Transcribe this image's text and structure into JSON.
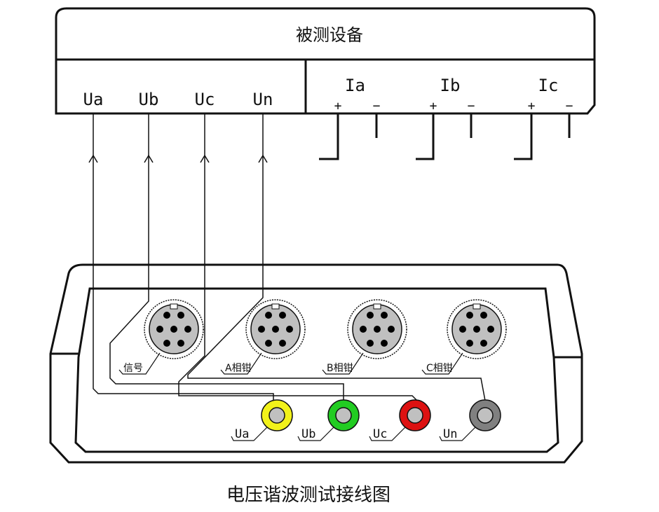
{
  "device_under_test": {
    "title": "被测设备",
    "voltage_terminals": [
      "Ua",
      "Ub",
      "Uc",
      "Un"
    ],
    "current_terminals": [
      {
        "label": "Ia",
        "plus": "+",
        "minus": "−"
      },
      {
        "label": "Ib",
        "plus": "+",
        "minus": "−"
      },
      {
        "label": "Ic",
        "plus": "+",
        "minus": "−"
      }
    ]
  },
  "instrument": {
    "sockets": [
      "信号",
      "A相钳",
      "B相钳",
      "C相钳"
    ],
    "terminals": [
      {
        "label": "Ua",
        "color": "#f2f21a"
      },
      {
        "label": "Ub",
        "color": "#22cc22"
      },
      {
        "label": "Uc",
        "color": "#dd1111"
      },
      {
        "label": "Un",
        "color": "#808080"
      }
    ]
  },
  "caption": "电压谐波测试接线图"
}
